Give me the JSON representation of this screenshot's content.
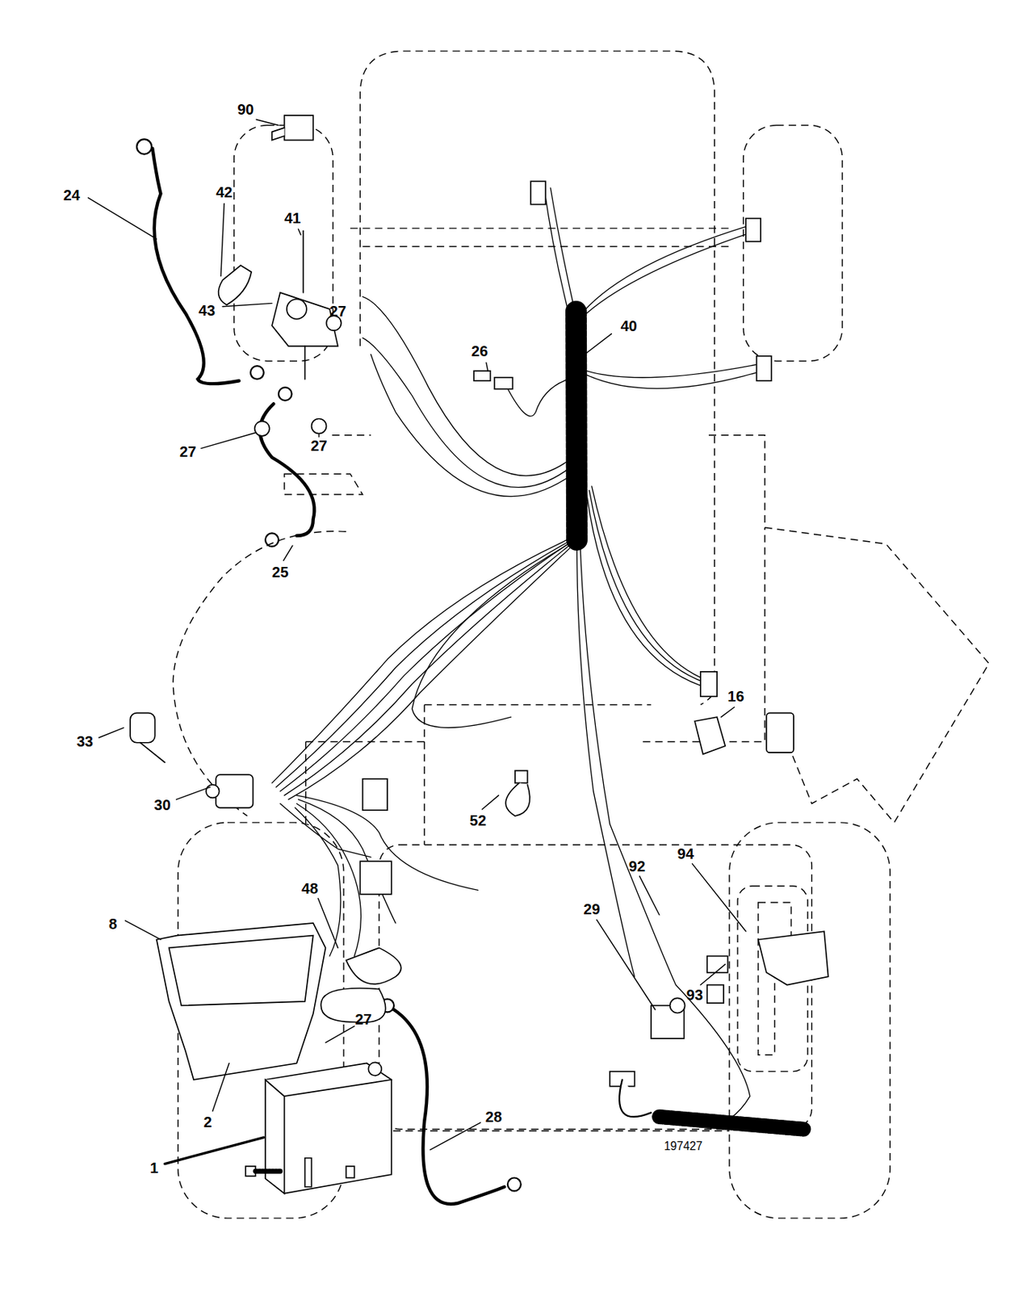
{
  "diagram": {
    "labels": [
      "90",
      "42",
      "24",
      "41",
      "43",
      "27",
      "40",
      "26",
      "27",
      "27",
      "25",
      "16",
      "33",
      "30",
      "52",
      "94",
      "92",
      "8",
      "48",
      "29",
      "93",
      "27",
      "2",
      "28",
      "1",
      "197427"
    ]
  }
}
